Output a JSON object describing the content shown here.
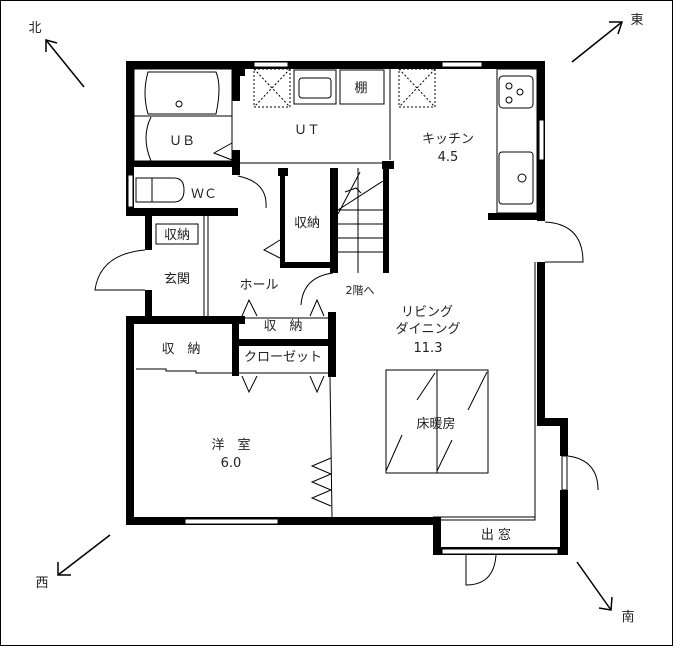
{
  "compass": {
    "north": "北",
    "east": "東",
    "west": "西",
    "south": "南"
  },
  "rooms": {
    "ub": "ＵＢ",
    "ut": "ＵＴ",
    "shelf": "棚",
    "kitchen": "キッチン",
    "kitchen_size": "4.5",
    "wc": "ＷＣ",
    "storage_hall": "収納",
    "storage_entry": "収納",
    "entrance": "玄関",
    "hall": "ホール",
    "stairs": "2階へ",
    "storage_mid": "収　納",
    "storage_west": "収　納",
    "closet": "クローゼット",
    "living_1": "リビング",
    "living_2": "ダイニング",
    "living_size": "11.3",
    "floor_heating": "床暖房",
    "western_room": "洋　室",
    "western_size": "6.0",
    "bay_window": "出 窓"
  }
}
